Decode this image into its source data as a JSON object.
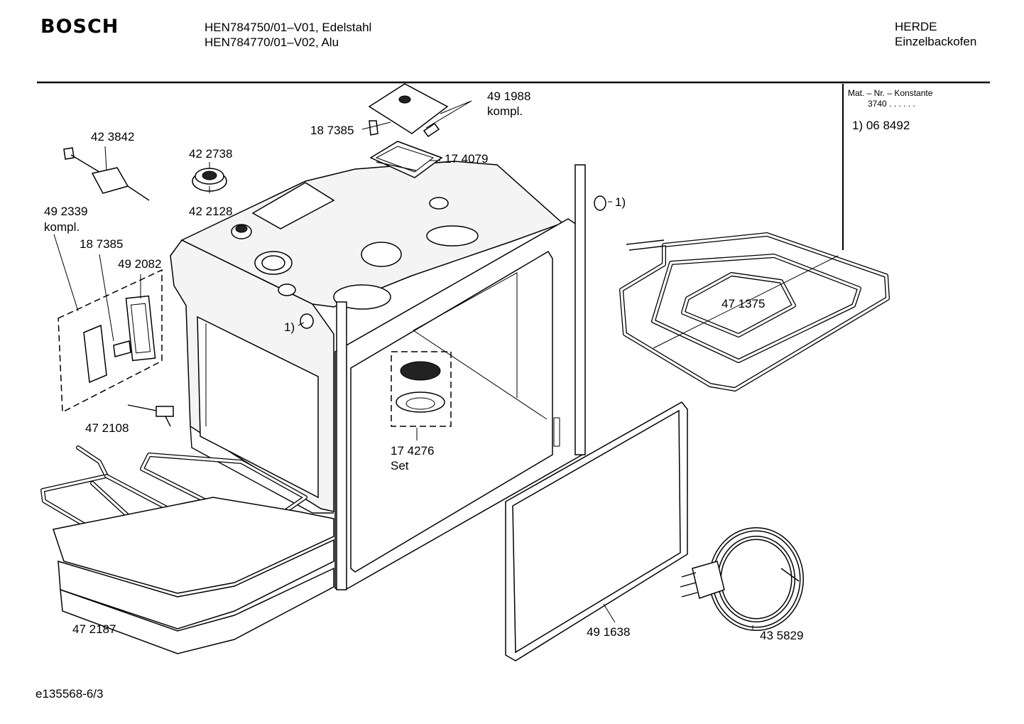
{
  "header": {
    "brand": "BOSCH",
    "model_line_1": "HEN784750/01–V01, Edelstahl",
    "model_line_2": "HEN784770/01–V02, Alu",
    "category_line_1": "HERDE",
    "category_line_2": "Einzelbackofen"
  },
  "side_panel": {
    "title": "Mat. – Nr. – Konstante",
    "constant": "3740  .  .  .  .  .  .",
    "footnote": "1) 06 8492"
  },
  "part_labels": {
    "p491988": "49 1988",
    "p491988_kompl": "kompl.",
    "p187385_top": "18 7385",
    "p174079": "17 4079",
    "p423842": "42 3842",
    "p422738": "42 2738",
    "p422128": "42 2128",
    "p492339": "49 2339",
    "p492339_kompl": "kompl.",
    "p187385_left": "18 7385",
    "p492082": "49 2082",
    "fn_top": "1)",
    "fn_mid": "1)",
    "p471375": "47 1375",
    "p472108": "47 2108",
    "p174276": "17 4276",
    "p174276_set": "Set",
    "p472187": "47 2187",
    "p491638": "49 1638",
    "p435829": "43 5829"
  },
  "footer": {
    "drawing_id": "e135568-6/3"
  }
}
